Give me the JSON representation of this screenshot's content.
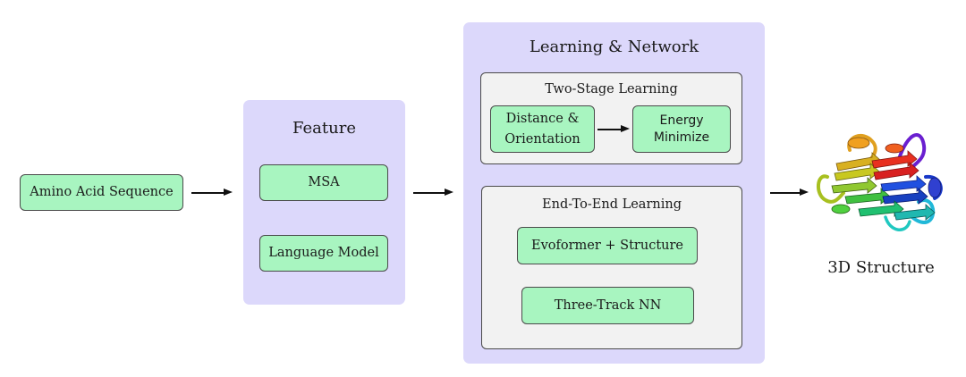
{
  "input": {
    "label": "Amino Acid Sequence"
  },
  "feature": {
    "title": "Feature",
    "items": [
      "MSA",
      "Language Model"
    ]
  },
  "learning": {
    "title": "Learning & Network",
    "two_stage": {
      "title": "Two-Stage Learning",
      "step1": "Distance & Orientation",
      "step2": "Energy Minimize"
    },
    "end_to_end": {
      "title": "End-To-End Learning",
      "items": [
        "Evoformer + Structure",
        "Three-Track NN"
      ]
    }
  },
  "output": {
    "label": "3D Structure"
  },
  "colors": {
    "box_fill": "#a8f5c0",
    "panel_fill": "#dcd8fb",
    "subpanel_fill": "#f2f2f2"
  }
}
